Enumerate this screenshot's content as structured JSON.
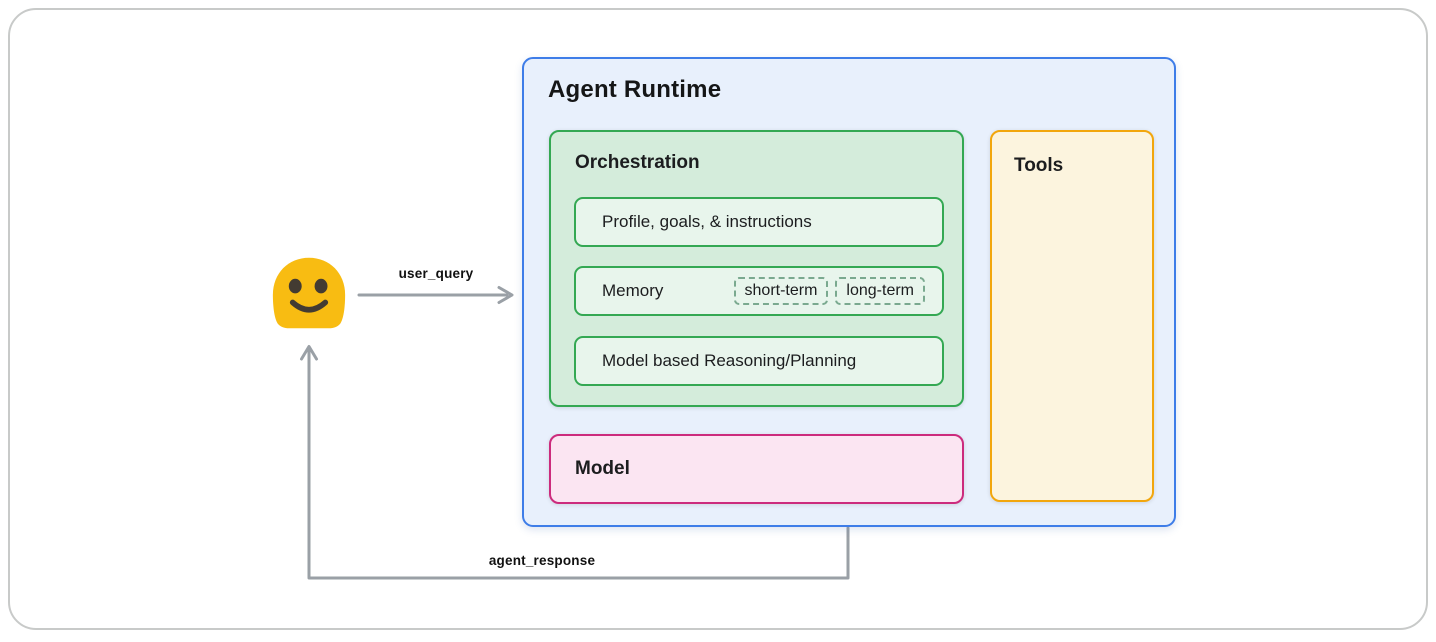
{
  "labels": {
    "user_query": "user_query",
    "agent_response": "agent_response"
  },
  "icons": {
    "user": "smiling-face-blob-emoji"
  },
  "agent_runtime": {
    "title": "Agent Runtime",
    "orchestration": {
      "title": "Orchestration",
      "profile_label": "Profile, goals, & instructions",
      "memory_label": "Memory",
      "memory_chips": [
        "short-term",
        "long-term"
      ],
      "reasoning_label": "Model based Reasoning/Planning"
    },
    "model": {
      "title": "Model"
    },
    "tools": {
      "title": "Tools"
    }
  },
  "colors": {
    "runtime_border": "#3E7DE8",
    "runtime_bg": "#E8F0FC",
    "green_border": "#34A853",
    "orchestration_bg": "#D4ECDB",
    "green_item_bg": "#E8F5EC",
    "chip_dash_border": "#7AA98F",
    "model_border": "#CC2B7D",
    "model_bg": "#FBE5F2",
    "tools_border": "#F2A60C",
    "tools_bg": "#FCF4DE",
    "arrow": "#9AA0A6",
    "emoji_yellow": "#F8BC12",
    "emoji_features": "#433B32"
  }
}
